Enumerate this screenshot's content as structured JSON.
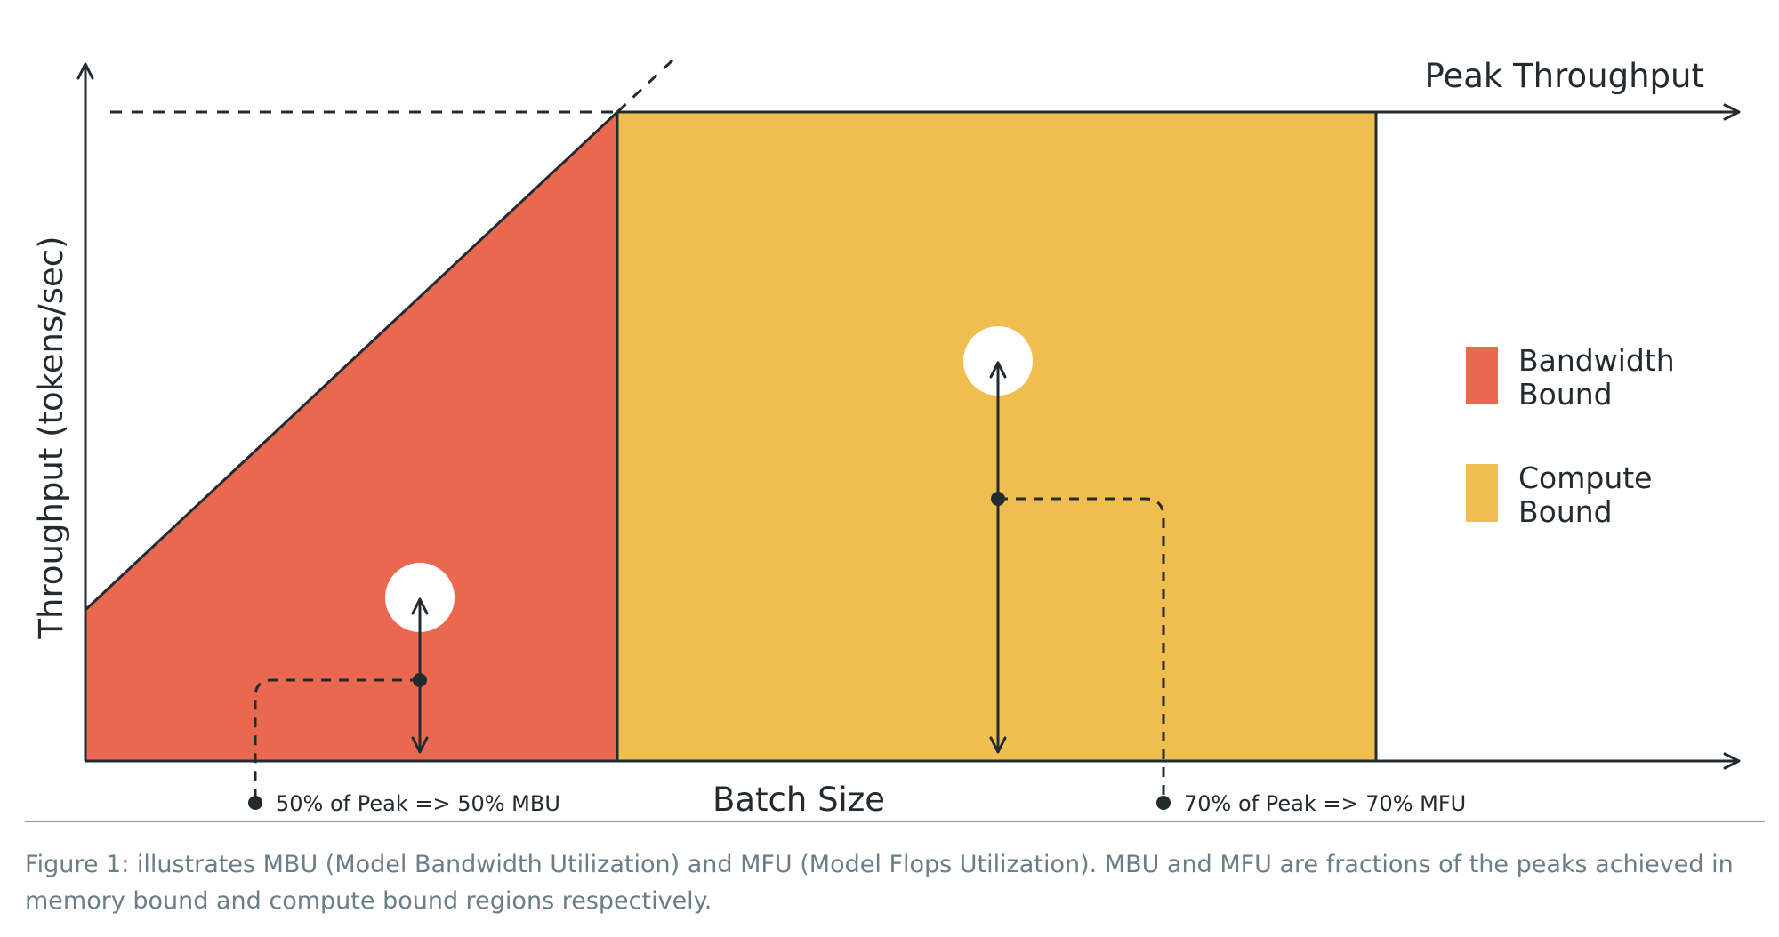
{
  "figure": {
    "y_axis_label": "Throughput (tokens/sec)",
    "x_axis_label": "Batch Size",
    "peak_label": "Peak Throughput",
    "mbu_annotation": "50% of Peak => 50% MBU",
    "mfu_annotation": "70% of Peak => 70% MFU",
    "legend": [
      {
        "line1": "Bandwidth",
        "line2": "Bound",
        "color": "#EA6850"
      },
      {
        "line1": "Compute",
        "line2": "Bound",
        "color": "#F0BD4F"
      }
    ],
    "colors": {
      "bandwidth_region": "#EA6850",
      "compute_region": "#F0BD4F",
      "ink": "#222b2f"
    }
  },
  "caption": "Figure 1: illustrates MBU (Model Bandwidth Utilization) and MFU (Model Flops Utilization). MBU and MFU are fractions of the peaks achieved in memory bound and compute bound regions respectively."
}
